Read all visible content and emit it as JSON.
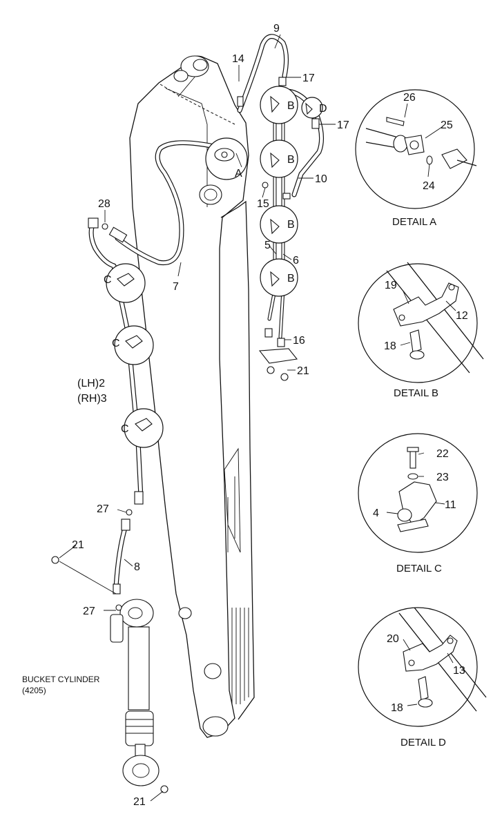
{
  "labels": {
    "p2": "(LH)2",
    "p3": "(RH)3",
    "p4": "4",
    "p5": "5",
    "p6": "6",
    "p7": "7",
    "p8": "8",
    "p9": "9",
    "p10": "10",
    "p11": "11",
    "p12": "12",
    "p13": "13",
    "p14": "14",
    "p15": "15",
    "p16": "16",
    "p17": "17",
    "p18": "18",
    "p19": "19",
    "p20": "20",
    "p21": "21",
    "p22": "22",
    "p23": "23",
    "p24": "24",
    "p25": "25",
    "p26": "26",
    "p27": "27",
    "p28": "28"
  },
  "detail_refs": {
    "a": "A",
    "b": "B",
    "c": "C",
    "d": "D"
  },
  "detail_titles": {
    "a": "DETAIL A",
    "b": "DETAIL B",
    "c": "DETAIL C",
    "d": "DETAIL D"
  },
  "cylinder": {
    "name": "BUCKET CYLINDER",
    "code": "(4205)"
  }
}
